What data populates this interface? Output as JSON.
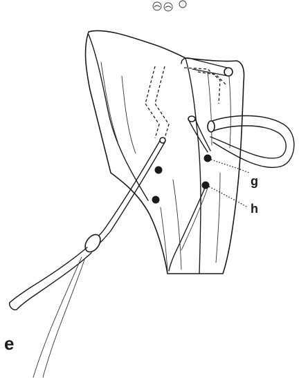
{
  "labels": {
    "e": "e",
    "g": "g",
    "h": "h"
  },
  "colors": {
    "ink": "#1a1a1a",
    "paper": "#ffffff"
  }
}
